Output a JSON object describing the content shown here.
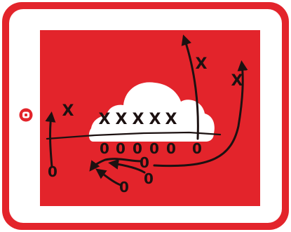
{
  "colors": {
    "frame": "#e3242b",
    "bezel": "#ffffff",
    "screen": "#e3242b",
    "cloud": "#ffffff",
    "ink": "#1c1111"
  },
  "icons": {
    "home_button": "home-button-icon"
  },
  "play": {
    "defense": [
      "X",
      "X",
      "X",
      "X",
      "X",
      "X",
      "X",
      "X"
    ],
    "offense": [
      "0",
      "0",
      "0",
      "0",
      "0",
      "0",
      "0",
      "0",
      "0",
      "0"
    ]
  }
}
